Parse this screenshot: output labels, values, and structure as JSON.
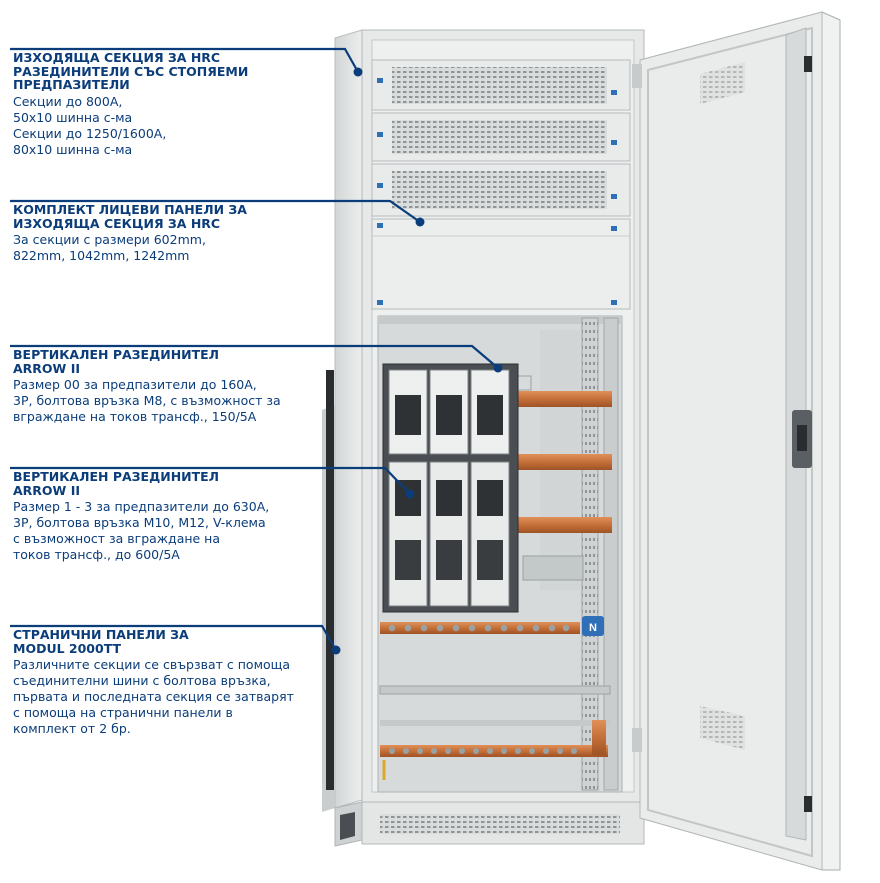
{
  "colors": {
    "text": "#0b3d7a",
    "leader": "#0b3d7a",
    "cabinet": "#e4e6e6",
    "copper": "#c8703a"
  },
  "callouts": [
    {
      "title": [
        "ИЗХОДЯЩА СЕКЦИЯ ЗА HRC",
        "РАЗЕДИНИТЕЛИ СЪС СТОПЯЕМИ",
        "ПРЕДПАЗИТЕЛИ"
      ],
      "body": [
        "Секции до 800А,",
        "50x10 шинна с-ма",
        "Секции до 1250/1600А,",
        "80x10 шинна с-ма"
      ]
    },
    {
      "title": [
        "КОМПЛЕКТ ЛИЦЕВИ ПАНЕЛИ ЗА",
        "ИЗХОДЯЩА СЕКЦИЯ ЗА HRC"
      ],
      "body": [
        "За секции с размери 602mm,",
        "822mm, 1042mm, 1242mm"
      ]
    },
    {
      "title": [
        "ВЕРТИКАЛЕН РАЗЕДИНИТЕЛ",
        "ARROW II"
      ],
      "body": [
        "Размер 00 за предпазители до 160А,",
        "3P, болтова връзка М8, с възможност за",
        "вграждане на токов трансф., 150/5А"
      ]
    },
    {
      "title": [
        "ВЕРТИКАЛЕН РАЗЕДИНИТЕЛ",
        "ARROW II"
      ],
      "body": [
        "Размер 1 - 3 за предпазители до 630А,",
        "3P, болтова връзка М10, М12, V-клема",
        "с възможност за вграждане на",
        "токов трансф., до 600/5А"
      ]
    },
    {
      "title": [
        "СТРАНИЧНИ ПАНЕЛИ ЗА",
        "MODUL 2000TT"
      ],
      "body": [
        "Различните секции се свързват с помоща",
        "съединителни шини с болтова връзка,",
        "първата и последната секция се затварят",
        "с помоща на странични панели в",
        "комплект от 2 бр."
      ]
    }
  ],
  "busbar_label": "N"
}
